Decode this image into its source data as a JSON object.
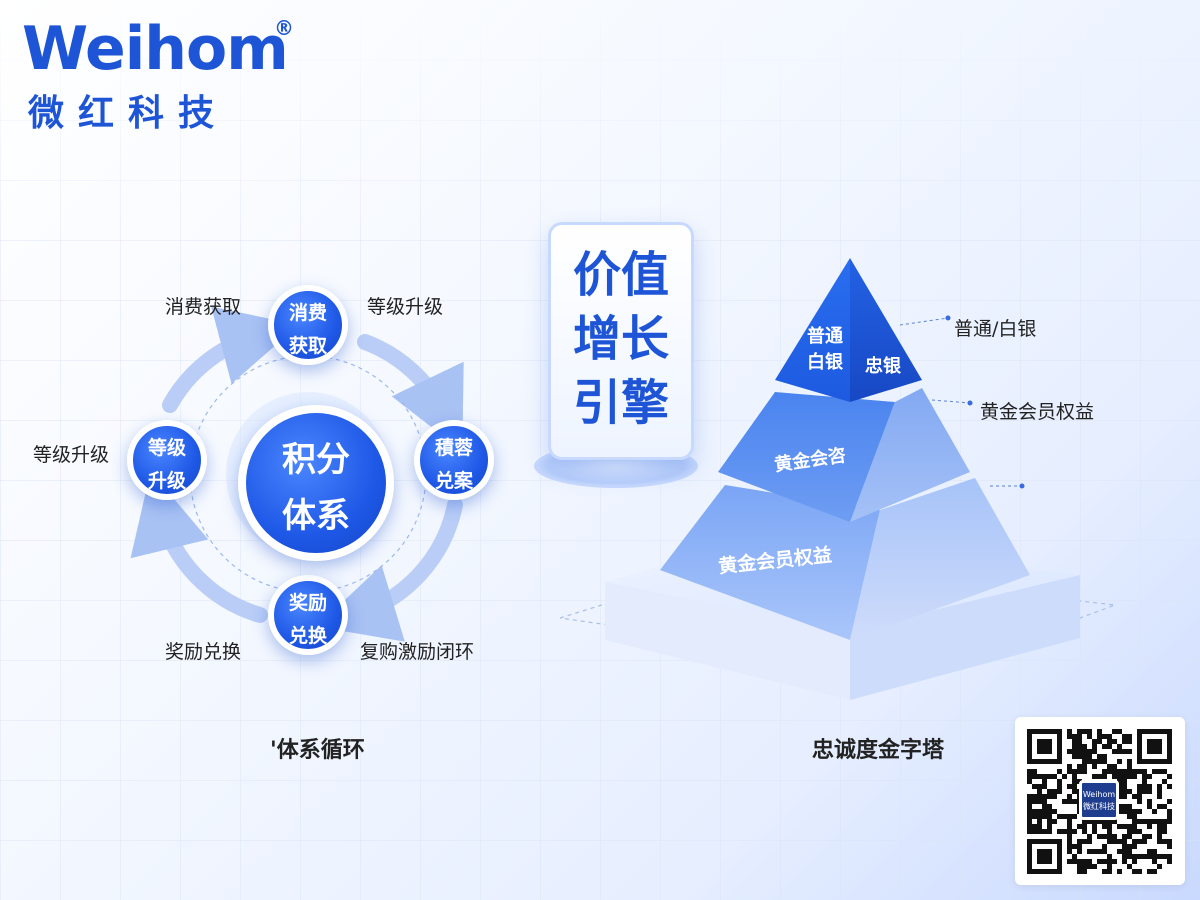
{
  "brand": {
    "wordmark": "Weihom",
    "registered": "®",
    "chinese_name": "微红科技"
  },
  "cycle": {
    "center": [
      "积分",
      "体系"
    ],
    "nodes": {
      "top": [
        "消费",
        "获取"
      ],
      "left": [
        "等级",
        "升级"
      ],
      "right": [
        "積蓉",
        "兑案"
      ],
      "bottom": [
        "奖励",
        "兑换"
      ]
    },
    "labels": {
      "top_left": "消费获取",
      "top_right": "等级升级",
      "left": "等级升级",
      "bottom_left": "奖励兑换",
      "bottom_right": "复购激励闭环"
    },
    "caption": "'体系循环"
  },
  "value_engine": {
    "lines": [
      "价值",
      "增长",
      "引擎"
    ]
  },
  "pyramid": {
    "caption": "忠诚度金字塔",
    "top_tier_left": [
      "普通",
      "白银"
    ],
    "top_tier_right": "忠银",
    "middle_tier": "黄金会咨",
    "bottom_tier": "黄金会员权益",
    "side_labels": [
      "普通/白银",
      "黄金会员权益"
    ]
  },
  "colors": {
    "brand_blue": "#1e55d6",
    "node_blue": "#1e58e6",
    "ring_light": "#b9cdf7"
  },
  "qr_logo": [
    "Weihom",
    "微红科技"
  ]
}
